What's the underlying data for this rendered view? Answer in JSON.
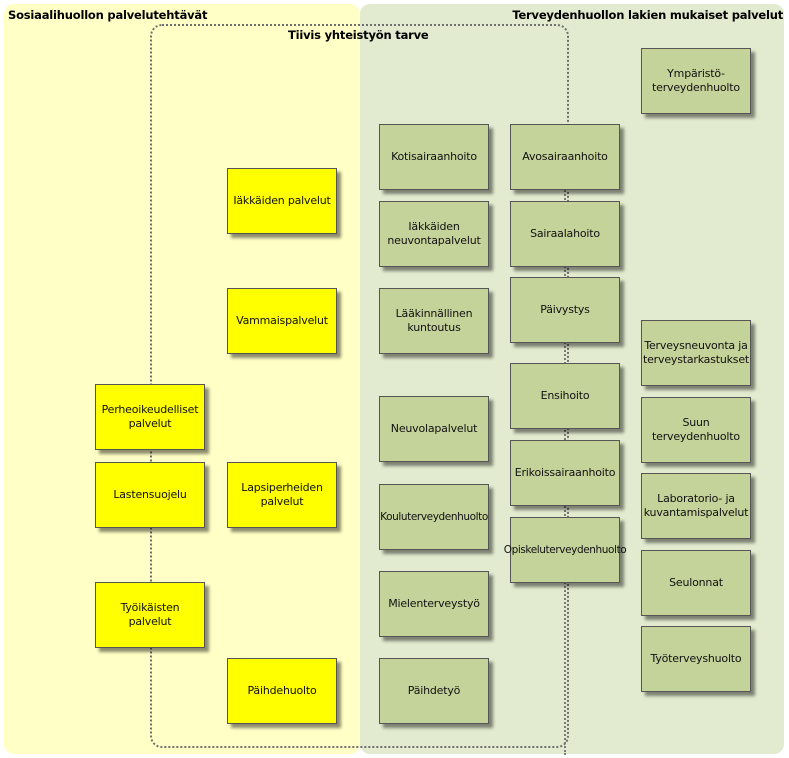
{
  "panels": {
    "social_title": "Sosiaalihuollon palvelutehtävät",
    "health_title": "Terveydenhuollon lakien mukaiset palvelut",
    "cooperation_title": "Tiivis yhteistyön tarve"
  },
  "social_services": [
    "Iäkkäiden palvelut",
    "Vammaispalvelut",
    "Perheoikeudelliset palvelut",
    "Lastensuojelu",
    "Lapsiperheiden palvelut",
    "Työikäisten palvelut",
    "Päihdehuolto"
  ],
  "health_column_1": [
    "Kotisairaanhoito",
    "Iäkkäiden neuvontapalvelut",
    "Lääkinnällinen kuntoutus",
    "Neuvolapalvelut",
    "Kouluterveydenhuolto",
    "Mielenterveystyö",
    "Päihdetyö"
  ],
  "health_column_2": [
    "Avosairaanhoito",
    "Sairaalahoito",
    "Päivystys",
    "Ensihoito",
    "Erikoissairaanhoito",
    "Opiskeluterveydenhuolto"
  ],
  "health_column_3": [
    "Ympäristö-terveydenhuolto",
    "Terveysneuvonta ja terveystarkastukset",
    "Suun terveydenhuolto",
    "Laboratorio- ja kuvantamispalvelut",
    "Seulonnat",
    "Työterveyshuolto"
  ],
  "colors": {
    "social_panel": "#ffffc6",
    "health_panel": "#e2ebcf",
    "social_box": "#ffff00",
    "health_box": "#c4d39a"
  }
}
